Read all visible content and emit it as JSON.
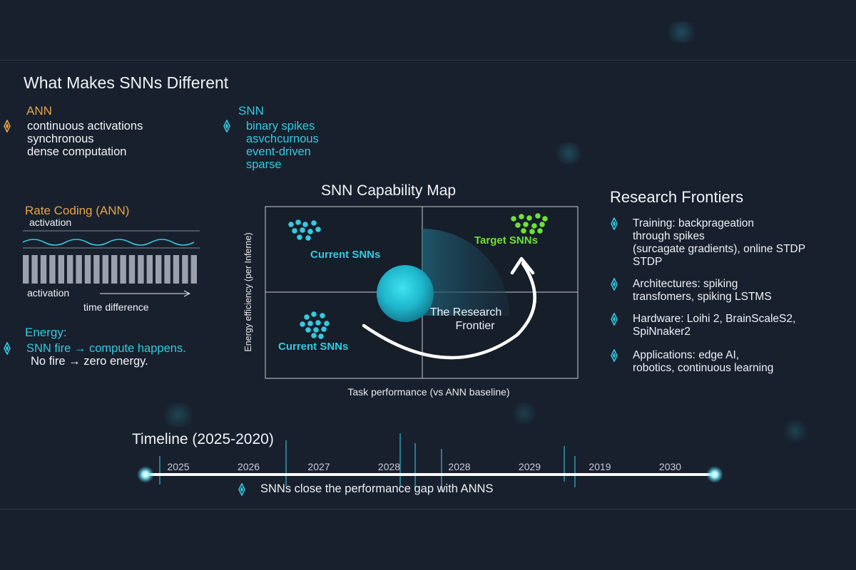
{
  "header": {
    "title": "What Makes SNNs Different"
  },
  "ann": {
    "label": "ANN",
    "items": [
      "continuous activations",
      "synchronous",
      "dense computation"
    ]
  },
  "snn": {
    "label": "SNN",
    "items": [
      "binary spikes",
      "asvchcurnous",
      "event-driven",
      "sparse"
    ]
  },
  "rate_coding": {
    "title": "Rate Coding (ANN)",
    "top_label": "activation",
    "bottom_label": "activation",
    "axis_label": "time difference"
  },
  "energy": {
    "title": "Energy:",
    "line1": "SNN fire → compute happens.",
    "line2": "No fire → zero energy."
  },
  "capability_map": {
    "title": "SNN Capability Map",
    "ylabel": "Energy efficiency (per Inferne)",
    "xlabel": "Task performance (vs ANN baseline)",
    "cluster_top_left": "Current SNNs",
    "cluster_top_right": "Target SNNs",
    "cluster_bottom_left": "Current SNNs",
    "frontier_line1": "The Research",
    "frontier_line2": "Frontier"
  },
  "research": {
    "title": "Research Frontiers",
    "items": [
      {
        "lines": [
          "Training: backprageation",
          "through spikes",
          "(surcagate gradients), online STDP",
          "STDP"
        ]
      },
      {
        "lines": [
          "Architectures: spiking",
          "transfomers, spiking LSTMS"
        ]
      },
      {
        "lines": [
          "Hardware: Loihi 2, BrainScaleS2,",
          "SpiNnaker2"
        ]
      },
      {
        "lines": [
          "Applications: edge AI,",
          "robotics, continuous learning"
        ]
      }
    ]
  },
  "timeline": {
    "title": "Timeline (2025-2020)",
    "years": [
      "2025",
      "2026",
      "2027",
      "2028",
      "2028",
      "2029",
      "2019",
      "2030"
    ],
    "caption": "SNNs close the performance gap with ANNS"
  },
  "colors": {
    "background": "#18202d",
    "cyan": "#36c9e0",
    "orange": "#e8a34a",
    "green": "#6fe03a",
    "white": "#f2f4f7"
  },
  "icons": {
    "bullet": "diamond-spark-icon"
  }
}
